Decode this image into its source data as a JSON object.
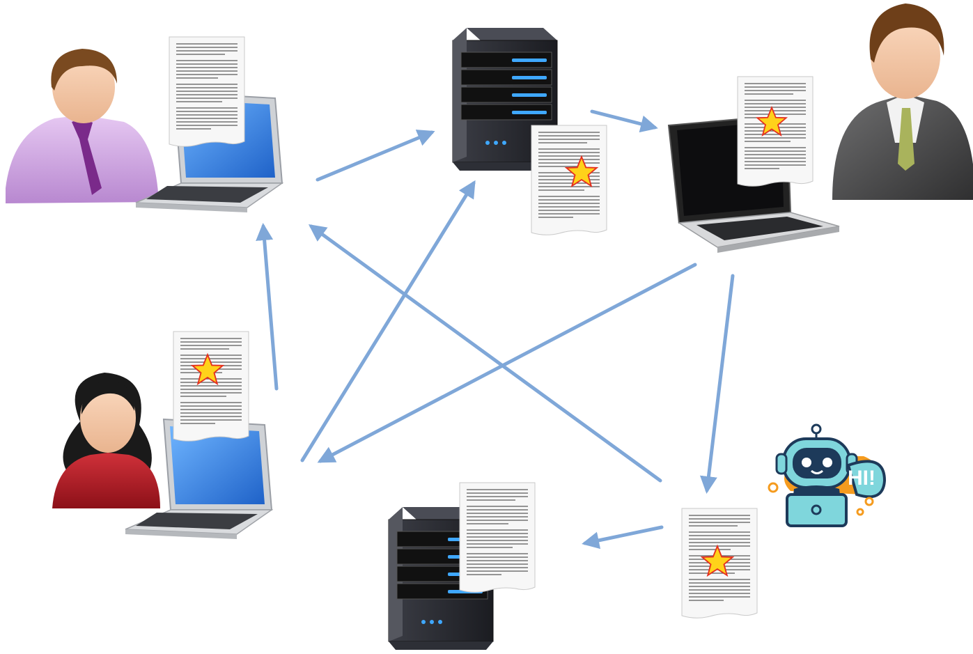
{
  "scene": {
    "nodes": [
      {
        "id": "user-man-purple",
        "kind": "person"
      },
      {
        "id": "laptop-top-left",
        "kind": "laptop"
      },
      {
        "id": "server-top",
        "kind": "server"
      },
      {
        "id": "laptop-top-right",
        "kind": "laptop"
      },
      {
        "id": "user-man-suit",
        "kind": "person"
      },
      {
        "id": "user-woman",
        "kind": "person"
      },
      {
        "id": "laptop-bottom-left",
        "kind": "laptop"
      },
      {
        "id": "server-bottom",
        "kind": "server"
      },
      {
        "id": "chatbot-robot",
        "kind": "bot"
      }
    ],
    "documents": [
      {
        "id": "doc-top-left",
        "starred": false
      },
      {
        "id": "doc-server-top",
        "starred": true
      },
      {
        "id": "doc-top-right",
        "starred": true
      },
      {
        "id": "doc-bottom-left",
        "starred": true
      },
      {
        "id": "doc-server-bottom",
        "starred": false
      },
      {
        "id": "doc-bot",
        "starred": true
      }
    ],
    "bot_bubble_text": "HI!",
    "colors": {
      "arrow": "#7fa7d8",
      "star_fill": "#ffd21a",
      "star_stroke": "#e53020",
      "screen": "#2f7fe0",
      "server": "#2a2c33",
      "server_light": "#3fa8ff",
      "bot_orange": "#f59b1e",
      "bot_teal": "#7fd6dc",
      "bot_navy": "#1d3a5a"
    }
  }
}
